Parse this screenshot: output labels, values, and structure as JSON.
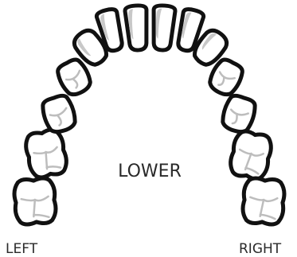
{
  "diagram": {
    "arch_label": "LOWER",
    "left_label": "LEFT",
    "right_label": "RIGHT",
    "teeth": [
      {
        "name": "left-molar-2",
        "type": "molar"
      },
      {
        "name": "left-molar-1",
        "type": "molar"
      },
      {
        "name": "left-premolar-2",
        "type": "premolar"
      },
      {
        "name": "left-premolar-1",
        "type": "premolar"
      },
      {
        "name": "left-canine",
        "type": "canine"
      },
      {
        "name": "left-lateral-incisor",
        "type": "incisor"
      },
      {
        "name": "left-central-incisor",
        "type": "incisor"
      },
      {
        "name": "right-central-incisor",
        "type": "incisor"
      },
      {
        "name": "right-lateral-incisor",
        "type": "incisor"
      },
      {
        "name": "right-canine",
        "type": "canine"
      },
      {
        "name": "right-premolar-1",
        "type": "premolar"
      },
      {
        "name": "right-premolar-2",
        "type": "premolar"
      },
      {
        "name": "right-molar-1",
        "type": "molar"
      },
      {
        "name": "right-molar-2",
        "type": "molar"
      }
    ]
  }
}
